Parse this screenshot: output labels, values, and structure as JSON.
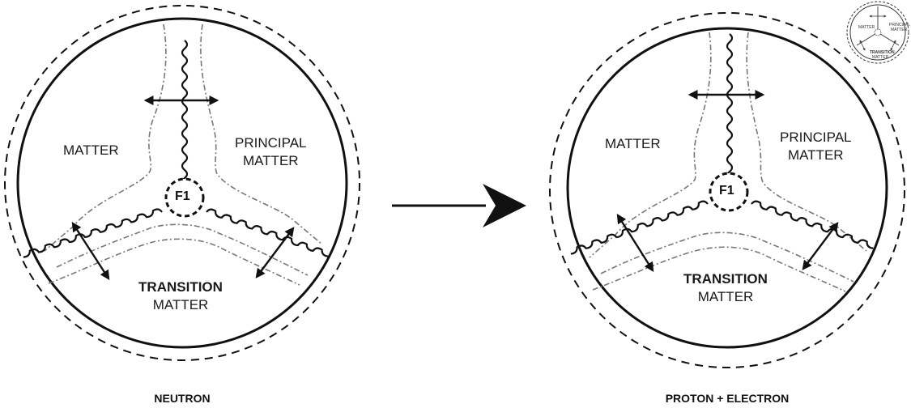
{
  "left_diagram": {
    "regions": {
      "matter": "MATTER",
      "principal_line1": "PRINCIPAL",
      "principal_line2": "MATTER",
      "transition_line1": "TRANSITION",
      "transition_line2": "MATTER"
    },
    "center_label": "F1",
    "caption": "NEUTRON"
  },
  "right_diagram": {
    "regions": {
      "matter": "MATTER",
      "principal_line1": "PRINCIPAL",
      "principal_line2": "MATTER",
      "transition_line1": "TRANSITION",
      "transition_line2": "MATTER"
    },
    "center_label": "F1",
    "caption": "PROTON + ELECTRON"
  },
  "thumbnail": {
    "matter": "MATTER",
    "principal_line1": "PRINCIPAL",
    "principal_line2": "MATTER",
    "transition_line1": "TRANSITION",
    "transition_line2": "MATTER"
  }
}
